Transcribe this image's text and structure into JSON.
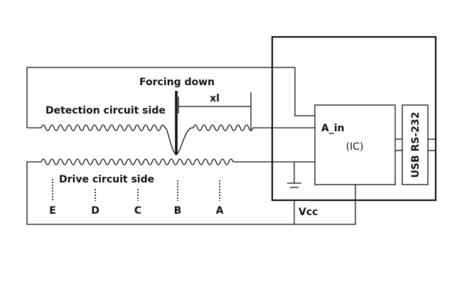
{
  "labels": {
    "forcing_down": "Forcing down",
    "xl": "xl",
    "detection_side": "Detection circuit side",
    "drive_side": "Drive circuit side",
    "a_in": "A_in",
    "ic": "(IC)",
    "usb": "USB RS-232",
    "vcc": "Vcc"
  },
  "positions": [
    "E",
    "D",
    "C",
    "B",
    "A"
  ]
}
